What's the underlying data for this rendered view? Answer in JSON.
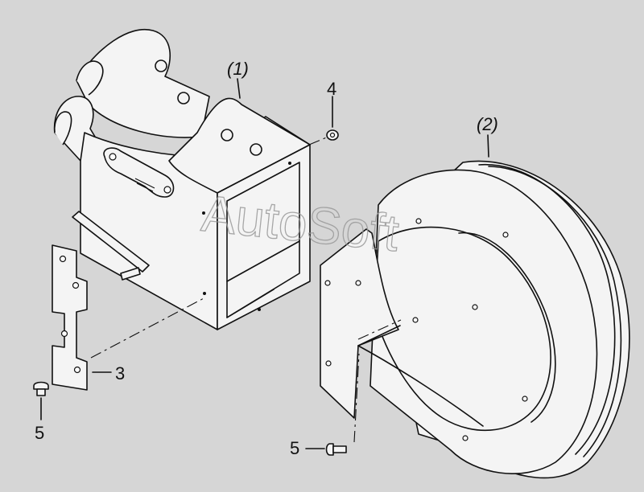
{
  "watermark": "AutoSoft",
  "callouts": {
    "assembly_1": "(1)",
    "assembly_2": "(2)",
    "part_3": "3",
    "part_4": "4",
    "part_5_left": "5",
    "part_5_bottom": "5"
  }
}
